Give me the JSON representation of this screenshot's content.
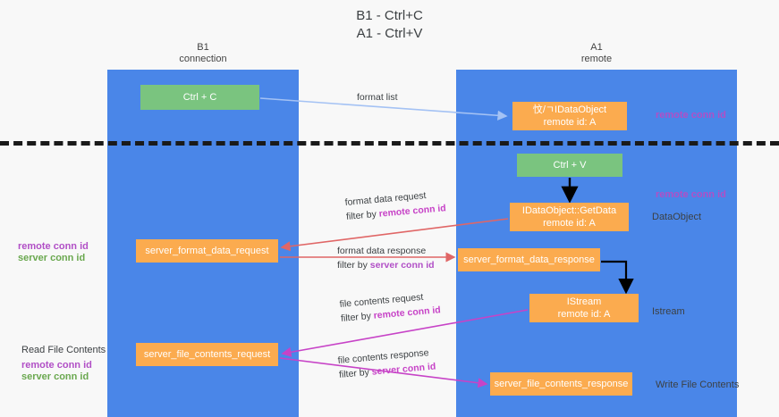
{
  "title": {
    "line1": "B1 - Ctrl+C",
    "line2": "A1 - Ctrl+V"
  },
  "lanes": [
    {
      "id": "b1",
      "name": "B1",
      "role": "connection",
      "color": "#4a86e8"
    },
    {
      "id": "a1",
      "name": "A1",
      "role": "remote",
      "color": "#4a86e8"
    }
  ],
  "boxes": {
    "ctrl_c": {
      "line1": "Ctrl + C",
      "line2": "",
      "color": "#7ac47f"
    },
    "idataobject_top": {
      "line1": "忟/ㄱIDataObject",
      "line2": "remote id: A",
      "color": "#fbab4f"
    },
    "ctrl_v": {
      "line1": "Ctrl + V",
      "line2": "",
      "color": "#7ac47f"
    },
    "getdata": {
      "line1": "IDataObject::GetData",
      "line2": "remote id: A",
      "color": "#fbab4f"
    },
    "format_data_req": {
      "line1": "server_format_data_request",
      "line2": "",
      "color": "#fbab4f"
    },
    "format_data_resp": {
      "line1": "server_format_data_response",
      "line2": "",
      "color": "#fbab4f"
    },
    "istream": {
      "line1": "IStream",
      "line2": "remote id: A",
      "color": "#fbab4f"
    },
    "file_contents_req": {
      "line1": "server_file_contents_request",
      "line2": "",
      "color": "#fbab4f"
    },
    "file_contents_resp": {
      "line1": "server_file_contents_response",
      "line2": "",
      "color": "#fbab4f"
    }
  },
  "flows": {
    "format_list": {
      "title": "format list",
      "filter_prefix": "",
      "filter_key": ""
    },
    "fmt_request": {
      "title": "format data request",
      "filter_prefix": "filter by ",
      "filter_key": "remote conn id"
    },
    "fmt_response": {
      "title": "format data response",
      "filter_prefix": "filter by ",
      "filter_key": "server conn id"
    },
    "file_request": {
      "title": "file contents request",
      "filter_prefix": "filter by ",
      "filter_key": "remote conn id"
    },
    "file_response": {
      "title": "file contents response",
      "filter_prefix": "filter by ",
      "filter_key": "server conn id"
    }
  },
  "side_labels": {
    "remote_conn_id_1": "remote conn id",
    "remote_conn_id_2": "remote conn id",
    "dataobject": "DataObject",
    "istream": "Istream",
    "write_file_contents": "Write File Contents",
    "read_file_contents": "Read File Contents",
    "left_remote_conn_id_1": "remote conn id",
    "left_server_conn_id_1": "server conn id",
    "left_remote_conn_id_2": "remote conn id",
    "left_server_conn_id_2": "server conn id"
  },
  "colors": {
    "lane": "#4a86e8",
    "green_box": "#7ac47f",
    "orange_box": "#fbab4f",
    "purple_text": "#b14fc6",
    "green_text": "#6aa84f",
    "pink_text": "#c743c7",
    "arrow_blue": "#a4c2f4",
    "arrow_red": "#e06666",
    "arrow_magenta": "#c743c7",
    "arrow_black": "#000000",
    "divider": "#1a1a1a",
    "background": "#f8f8f8"
  }
}
